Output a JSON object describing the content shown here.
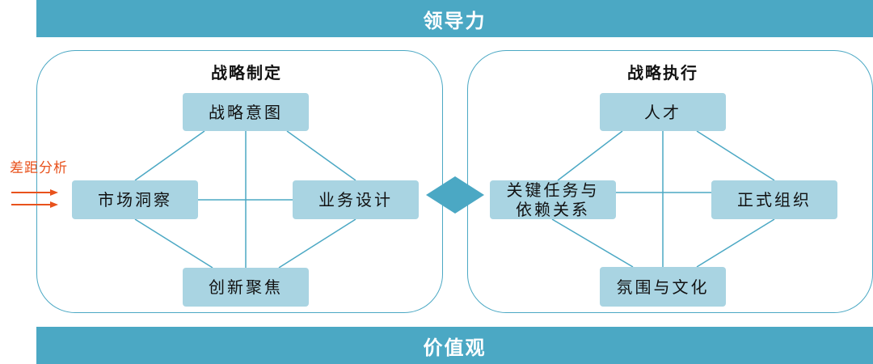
{
  "header": {
    "title": "领导力"
  },
  "footer": {
    "title": "价值观"
  },
  "left_panel": {
    "title": "战略制定",
    "nodes": {
      "top": "战略意图",
      "left": "市场洞察",
      "right": "业务设计",
      "bottom": "创新聚焦"
    }
  },
  "right_panel": {
    "title": "战略执行",
    "nodes": {
      "top": "人才",
      "left_line1": "关键任务与",
      "left_line2": "依赖关系",
      "right": "正式组织",
      "bottom": "氛围与文化"
    }
  },
  "gap_analysis": {
    "label": "差距分析"
  },
  "colors": {
    "band": "#4BA8C4",
    "node": "#A9D4E2",
    "line": "#4BA8C4",
    "arrow": "#E8521C"
  }
}
